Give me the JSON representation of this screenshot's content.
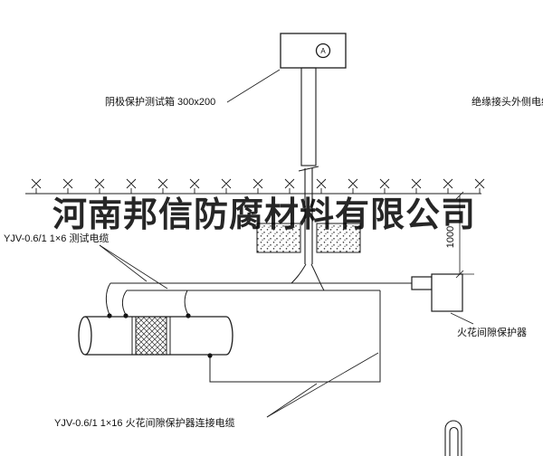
{
  "page": {
    "background": "#ffffff",
    "line_color": "#1c1c1c"
  },
  "watermark": {
    "text": "河南邦信防腐材料有限公司",
    "color": "#000000"
  },
  "labels": {
    "test_box": "阴极保护测试箱 300x200",
    "outer_cable": "绝缘接头外侧电缆",
    "test_cable": "YJV-0.6/1 1×6  测试电缆",
    "dimension_1000": "1000",
    "spark_gap_protector": "火花间隙保护器",
    "connection_cable": "YJV-0.6/1 1×16  火花间隙保护器连接电缆",
    "ammeter_symbol": "A"
  }
}
